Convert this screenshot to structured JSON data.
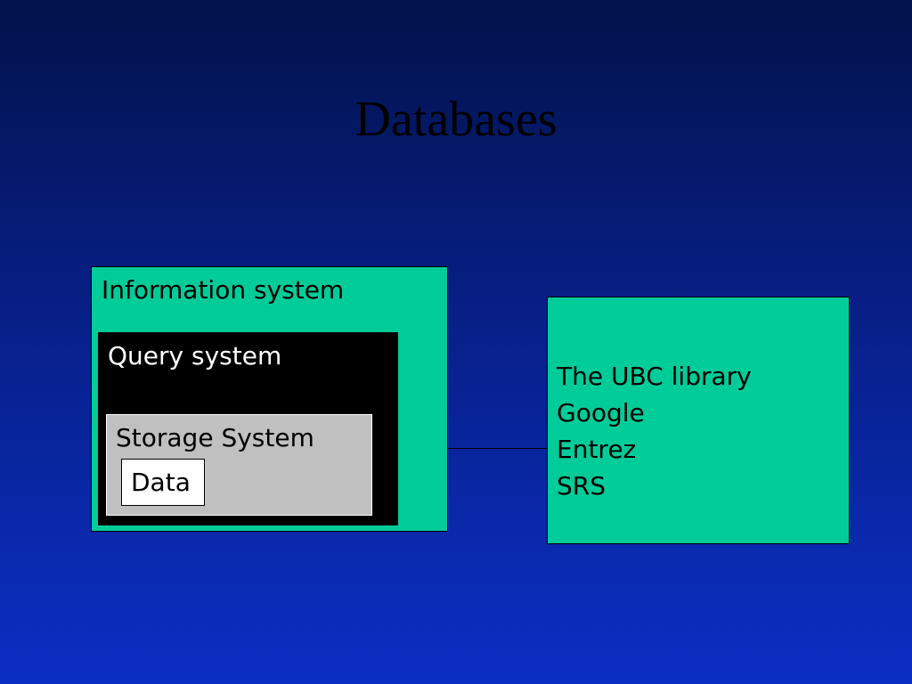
{
  "slide": {
    "title": "Databases",
    "background_colors": [
      "#02124a",
      "#0b2fc4"
    ]
  },
  "diagram": {
    "information_system": {
      "label": "Information system",
      "fill": "#00cc99"
    },
    "query_system": {
      "label": "Query system",
      "fill": "#000000"
    },
    "storage_system": {
      "label": "Storage System",
      "fill": "#c0c0c0"
    },
    "data": {
      "label": "Data",
      "fill": "#ffffff"
    },
    "examples": {
      "fill": "#00cc99",
      "items": [
        "The UBC library",
        "Google",
        "Entrez",
        "SRS"
      ]
    }
  }
}
